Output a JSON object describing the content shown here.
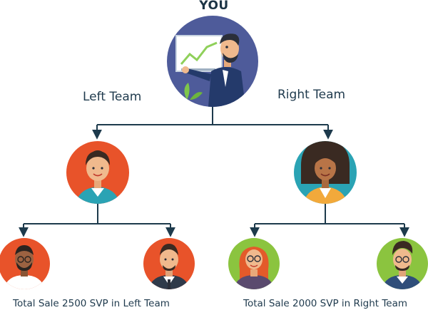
{
  "diagram": {
    "root_label": "YOU",
    "left_team_label": "Left Team",
    "right_team_label": "Right Team",
    "left_total": "Total Sale 2500 SVP in Left Team",
    "right_total": "Total Sale 2000 SVP in Right Team"
  },
  "colors": {
    "connector": "#1d3a4c",
    "root_circle": "#4e5b9a",
    "left_leader_circle": "#e8532a",
    "right_leader_circle": "#2aa3b4",
    "left_members_circle": "#e8532a",
    "right_members_circle": "#8bc43f"
  },
  "nodes": [
    {
      "id": "you",
      "icon": "presenter-avatar-icon"
    },
    {
      "id": "left-leader",
      "icon": "woman-avatar-icon"
    },
    {
      "id": "right-leader",
      "icon": "woman-avatar-icon"
    },
    {
      "id": "left-member-1",
      "icon": "man-avatar-icon"
    },
    {
      "id": "left-member-2",
      "icon": "man-avatar-icon"
    },
    {
      "id": "right-member-1",
      "icon": "woman-avatar-icon"
    },
    {
      "id": "right-member-2",
      "icon": "man-avatar-icon"
    }
  ]
}
